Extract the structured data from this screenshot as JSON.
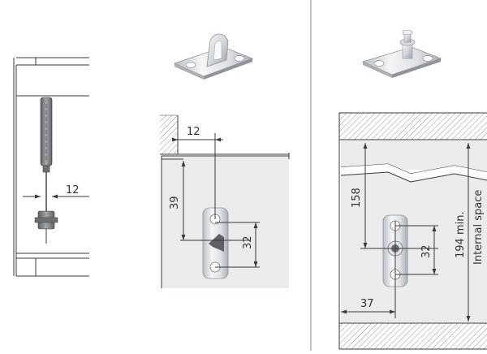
{
  "colors": {
    "background": "#ffffff",
    "line": "#3a3a3a",
    "hatch": "#8a8a8a",
    "cabinet_fill": "#e9ebed",
    "metal_light": "#f1f3f5",
    "metal_mid": "#c9ced3",
    "metal_dark": "#8e949a",
    "piston": "#7b7f84",
    "divider": "#c8c8c8"
  },
  "icons": {
    "bracket_a": "fork-mounting-plate-icon",
    "bracket_b": "ball-stud-mounting-plate-icon",
    "plate_a": "mounting-plate-with-latch-icon",
    "plate_b": "mounting-plate-with-ball-stud-icon"
  },
  "left_panel": {
    "dim_offset": "12"
  },
  "middle_panel": {
    "dim_top_offset": "12",
    "dim_vertical": "39",
    "dim_hole_spacing": "32"
  },
  "right_panel": {
    "dim_vertical": "158",
    "dim_hole_spacing": "32",
    "dim_min_height": "194 min.",
    "internal_space_label": "Internal space",
    "dim_side_offset": "37"
  }
}
